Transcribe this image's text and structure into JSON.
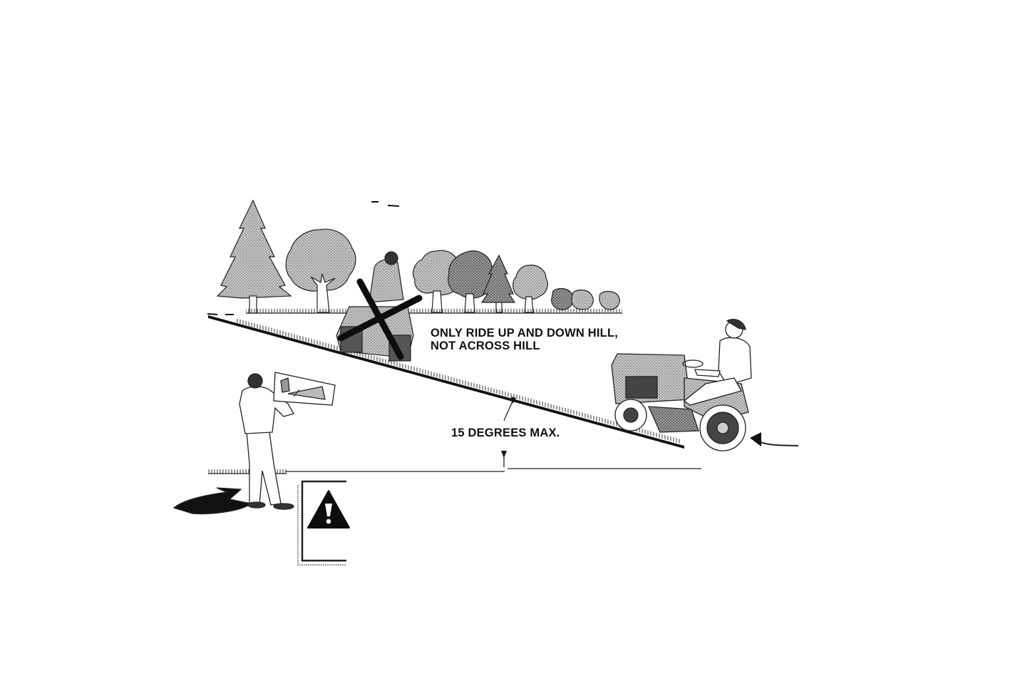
{
  "instruction": {
    "line1": "ONLY RIDE UP AND DOWN HILL,",
    "line2": "NOT ACROSS HILL"
  },
  "slope_limit": "15 DEGREES MAX.",
  "icons": [
    "warning-triangle-icon",
    "prohibition-x-icon"
  ],
  "colors": {
    "ink": "#111111",
    "tree_fill": "#b8b8b8",
    "tree_dark": "#8c8c8c"
  }
}
